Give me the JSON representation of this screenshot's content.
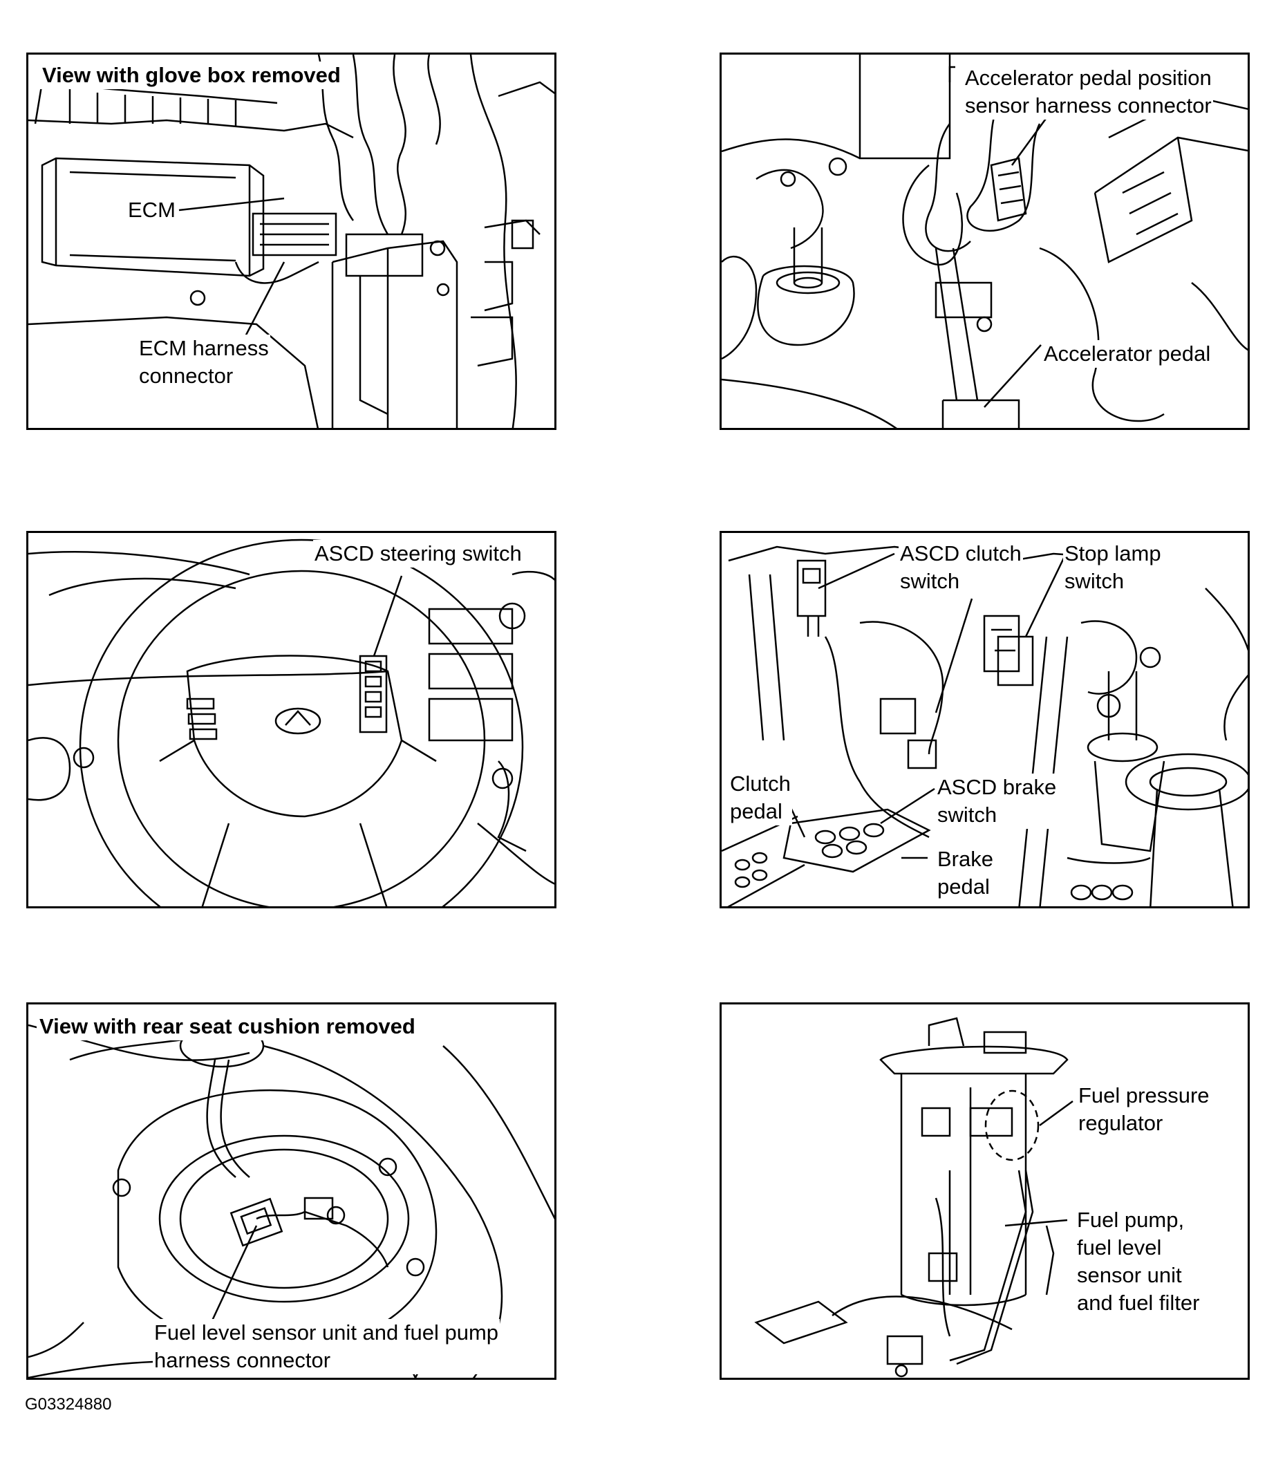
{
  "figure_code": "G03324880",
  "panels": {
    "ecm": {
      "heading": "View with glove box removed",
      "labels": {
        "ecm": "ECM",
        "harness": "ECM harness\nconnector"
      }
    },
    "accelerator": {
      "labels": {
        "app_sensor": "Accelerator pedal position\nsensor harness connector",
        "pedal": "Accelerator pedal"
      }
    },
    "steering": {
      "labels": {
        "ascd_switch": "ASCD steering switch"
      }
    },
    "pedals": {
      "labels": {
        "clutch_switch": "ASCD clutch\nswitch",
        "stop_lamp": "Stop lamp\nswitch",
        "clutch_pedal": "Clutch\npedal",
        "brake_switch": "ASCD brake\nswitch",
        "brake_pedal": "Brake\npedal"
      }
    },
    "fuel_level": {
      "heading": "View with rear seat cushion removed",
      "labels": {
        "connector": "Fuel level sensor unit and fuel pump\nharness connector"
      }
    },
    "fuel_pump": {
      "labels": {
        "regulator": "Fuel pressure\nregulator",
        "pump_unit": "Fuel pump,\nfuel level\nsensor unit\nand fuel filter"
      }
    }
  }
}
